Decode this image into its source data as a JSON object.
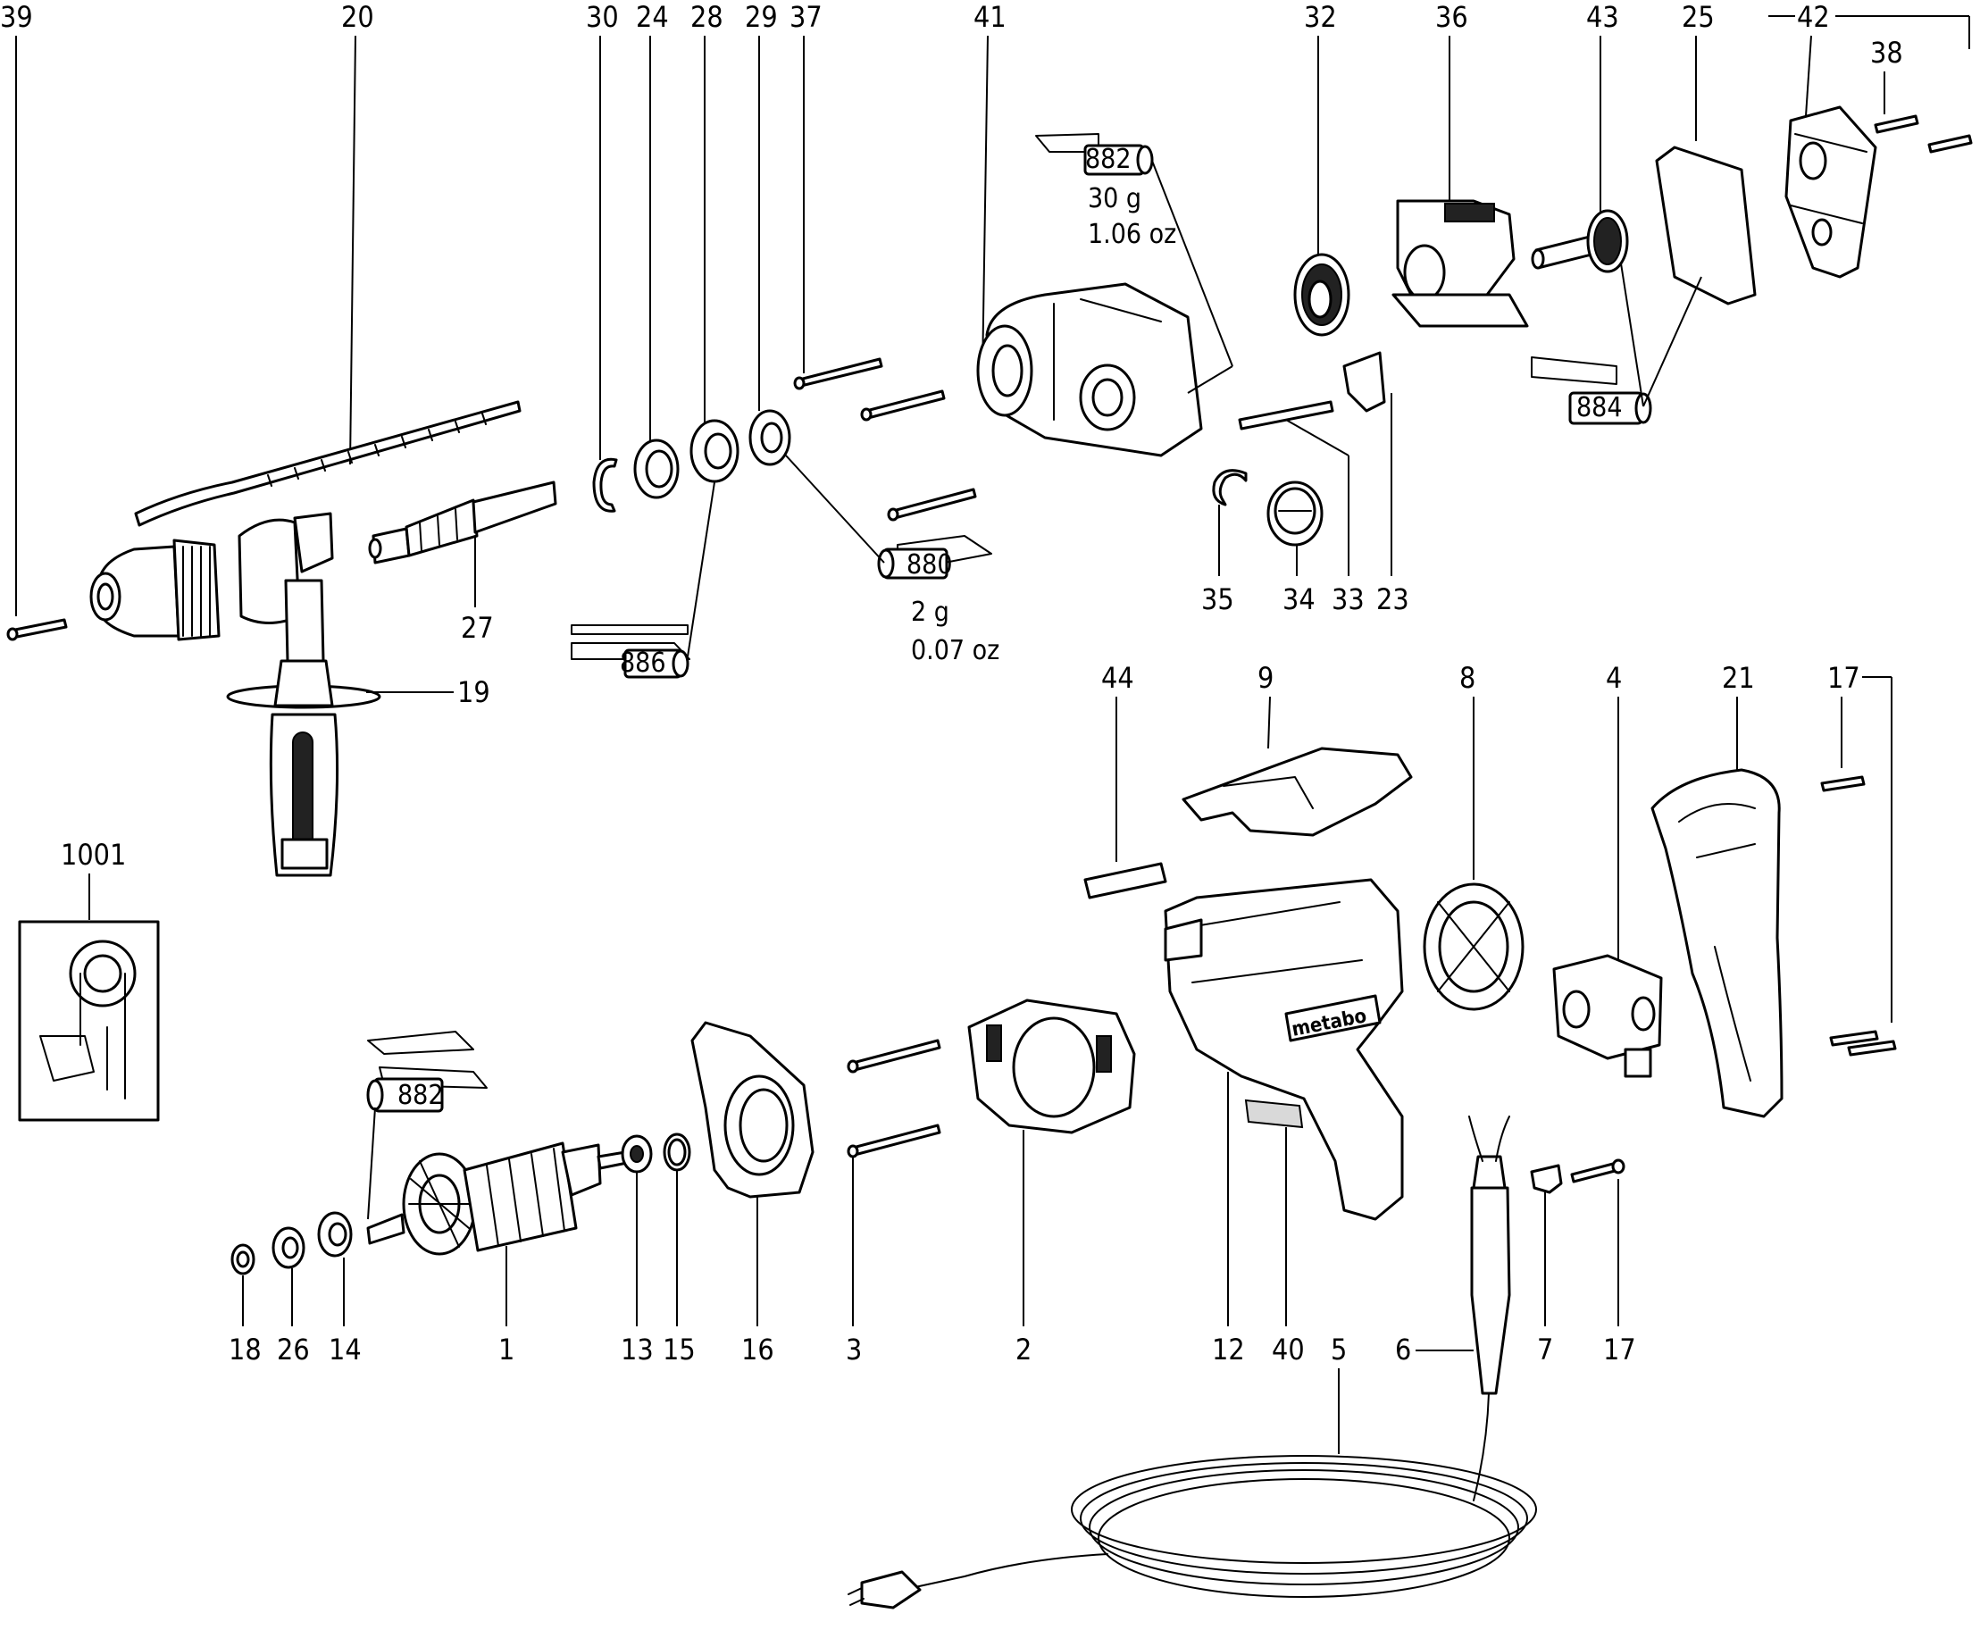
{
  "diagram": {
    "callouts": [
      "39",
      "20",
      "30",
      "24",
      "28",
      "29",
      "37",
      "41",
      "32",
      "36",
      "43",
      "25",
      "42",
      "38",
      "27",
      "19",
      "35",
      "34",
      "33",
      "23",
      "44",
      "9",
      "8",
      "4",
      "21",
      "17",
      "1001",
      "18",
      "26",
      "14",
      "1",
      "13",
      "15",
      "16",
      "3",
      "2",
      "12",
      "40",
      "5",
      "6",
      "7",
      "17"
    ],
    "lubricants": [
      {
        "code": "882",
        "amount": "30 g",
        "amount_alt": "1.06 oz"
      },
      {
        "code": "880",
        "amount": "2 g",
        "amount_alt": "0.07 oz"
      },
      {
        "code": "884"
      },
      {
        "code": "886"
      },
      {
        "code": "882"
      }
    ],
    "brand_mark": "metabo"
  }
}
